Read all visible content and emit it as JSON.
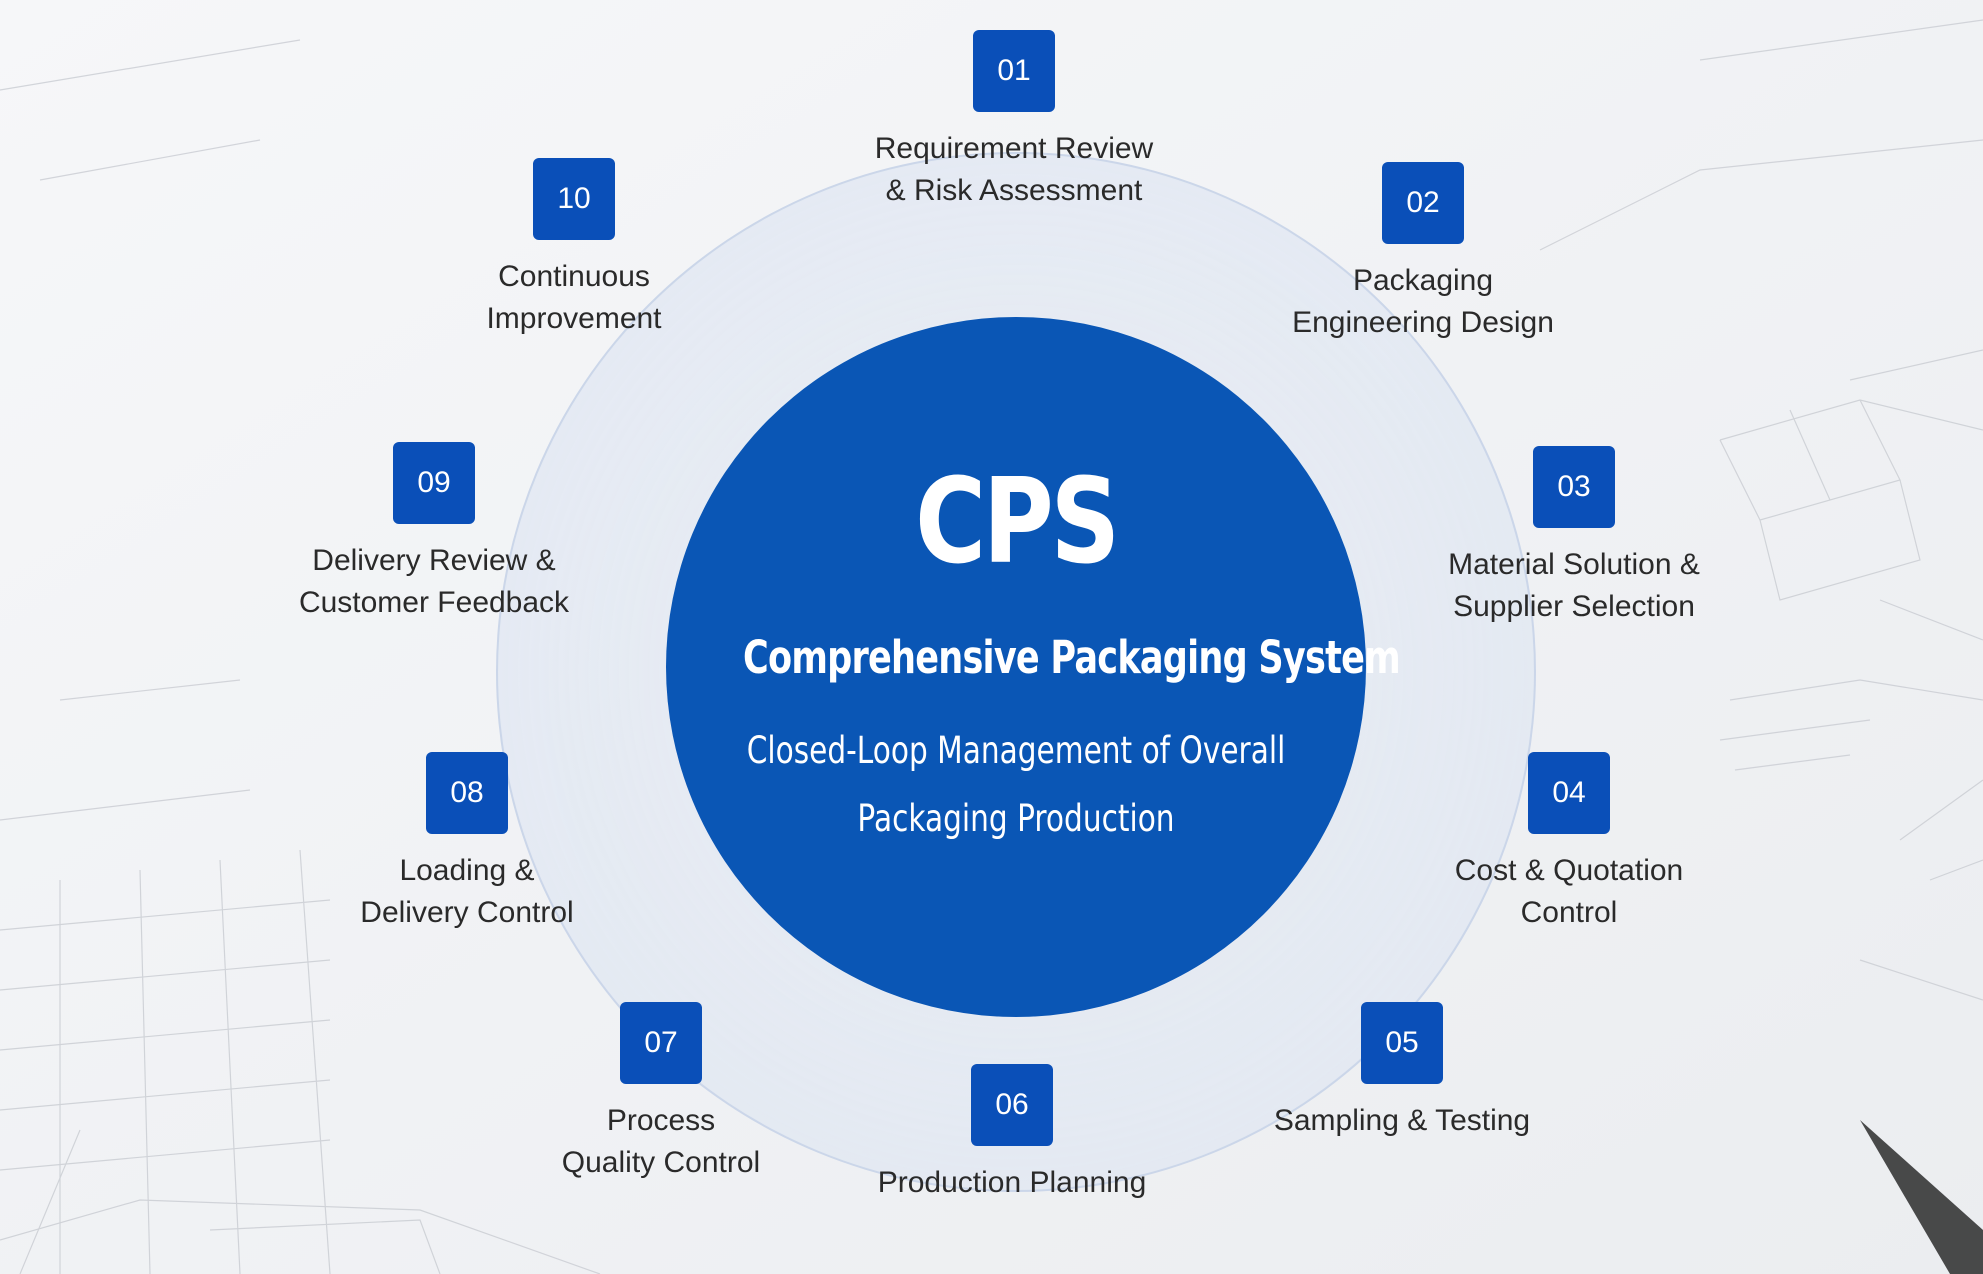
{
  "center": {
    "acronym": "CPS",
    "name": "Comprehensive Packaging System",
    "tagline_line1": "Closed-Loop Management of Overall",
    "tagline_line2": "Packaging Production"
  },
  "steps": [
    {
      "number": "01",
      "line1": "Requirement Review",
      "line2": "& Risk Assessment"
    },
    {
      "number": "02",
      "line1": "Packaging",
      "line2": "Engineering Design"
    },
    {
      "number": "03",
      "line1": "Material Solution &",
      "line2": "Supplier Selection"
    },
    {
      "number": "04",
      "line1": "Cost & Quotation",
      "line2": "Control"
    },
    {
      "number": "05",
      "line1": "Sampling & Testing",
      "line2": ""
    },
    {
      "number": "06",
      "line1": "Production Planning",
      "line2": ""
    },
    {
      "number": "07",
      "line1": "Process",
      "line2": "Quality Control"
    },
    {
      "number": "08",
      "line1": "Loading &",
      "line2": "Delivery Control"
    },
    {
      "number": "09",
      "line1": "Delivery Review &",
      "line2": "Customer Feedback"
    },
    {
      "number": "10",
      "line1": "Continuous",
      "line2": "Improvement"
    }
  ],
  "colors": {
    "accent": "#0a56b5",
    "badge": "#0a4fb8",
    "text": "#2a2a2a",
    "background": "#f3f4f6"
  }
}
